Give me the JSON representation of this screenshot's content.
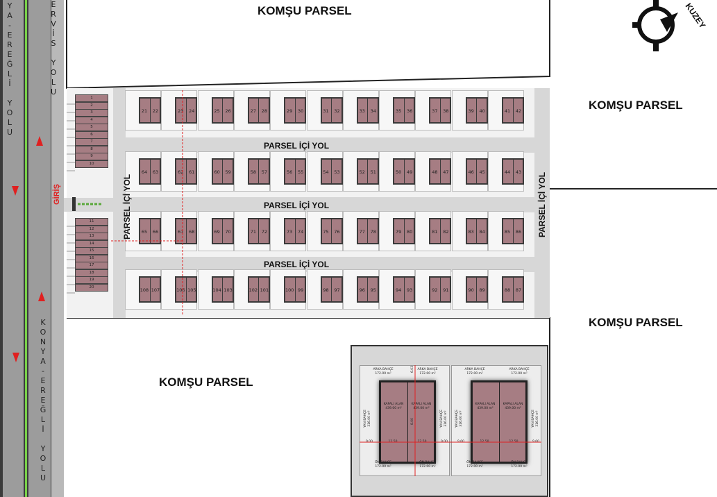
{
  "labels": {
    "neighbor_top": "KOMŞU PARSEL",
    "neighbor_right_top": "KOMŞU PARSEL",
    "neighbor_right_bottom": "KOMŞU PARSEL",
    "neighbor_bottom_left": "KOMŞU PARSEL",
    "inner_road_1": "PARSEL İÇİ YOL",
    "inner_road_2": "PARSEL İÇİ YOL",
    "inner_road_3": "PARSEL İÇİ YOL",
    "inner_road_left": "PARSEL İÇİ YOL",
    "inner_road_right": "PARSEL İÇİ YOL",
    "entrance": "GİRİŞ",
    "north": "KUZEY"
  },
  "roads": {
    "highway_top_left": [
      "Y",
      "A",
      "-",
      "E",
      "R",
      "E",
      "Ğ",
      "L",
      "İ",
      "",
      "Y",
      "O",
      "L",
      "U"
    ],
    "highway_bottom": [
      "K",
      "O",
      "N",
      "Y",
      "A",
      "-",
      "E",
      "R",
      "E",
      "Ğ",
      "L",
      "İ",
      "",
      "Y",
      "O",
      "L",
      "U"
    ],
    "service_top": [
      "E",
      "R",
      "V",
      "İ",
      "S",
      "",
      "Y",
      "O",
      "L",
      "U"
    ]
  },
  "parking": {
    "group_a": [
      "1",
      "2",
      "3",
      "4",
      "5",
      "6",
      "7",
      "8",
      "9",
      "10"
    ],
    "group_b": [
      "11",
      "12",
      "13",
      "14",
      "15",
      "16",
      "17",
      "18",
      "19",
      "20"
    ]
  },
  "plots": {
    "row1": [
      [
        "21",
        "22"
      ],
      [
        "23",
        "24"
      ],
      [
        "25",
        "26"
      ],
      [
        "27",
        "28"
      ],
      [
        "29",
        "30"
      ],
      [
        "31",
        "32"
      ],
      [
        "33",
        "34"
      ],
      [
        "35",
        "36"
      ],
      [
        "37",
        "38"
      ],
      [
        "39",
        "40"
      ],
      [
        "41",
        "42"
      ]
    ],
    "row2": [
      [
        "64",
        "63"
      ],
      [
        "62",
        "61"
      ],
      [
        "60",
        "59"
      ],
      [
        "58",
        "57"
      ],
      [
        "56",
        "55"
      ],
      [
        "54",
        "53"
      ],
      [
        "52",
        "51"
      ],
      [
        "50",
        "49"
      ],
      [
        "48",
        "47"
      ],
      [
        "46",
        "45"
      ],
      [
        "44",
        "43"
      ]
    ],
    "row3": [
      [
        "65",
        "66"
      ],
      [
        "67",
        "68"
      ],
      [
        "69",
        "70"
      ],
      [
        "71",
        "72"
      ],
      [
        "73",
        "74"
      ],
      [
        "75",
        "76"
      ],
      [
        "77",
        "78"
      ],
      [
        "79",
        "80"
      ],
      [
        "81",
        "82"
      ],
      [
        "83",
        "84"
      ],
      [
        "85",
        "86"
      ]
    ],
    "row4": [
      [
        "108",
        "107"
      ],
      [
        "106",
        "105"
      ],
      [
        "104",
        "103"
      ],
      [
        "102",
        "101"
      ],
      [
        "100",
        "99"
      ],
      [
        "98",
        "97"
      ],
      [
        "96",
        "95"
      ],
      [
        "94",
        "93"
      ],
      [
        "92",
        "91"
      ],
      [
        "90",
        "89"
      ],
      [
        "88",
        "87"
      ]
    ]
  },
  "detail": {
    "rear_garden": "ARKA BAHÇE",
    "rear_area": "172.00 m²",
    "front_garden": "ÖN BAHÇE",
    "front_area": "172.00 m²",
    "side_garden": "YAN BAHÇE",
    "side_area": "316.00 m²",
    "closed_area": "KAPALI ALAN",
    "closed_area_value": "439.00 m²",
    "dim_a": "9.00",
    "dim_b": "12.50",
    "dim_c": "6.03",
    "dim_d": "8.00"
  },
  "colors": {
    "plot": "#a67d83",
    "road": "#d7d7d7",
    "arrow": "#e02020",
    "highway_line": "#7bd14a"
  }
}
